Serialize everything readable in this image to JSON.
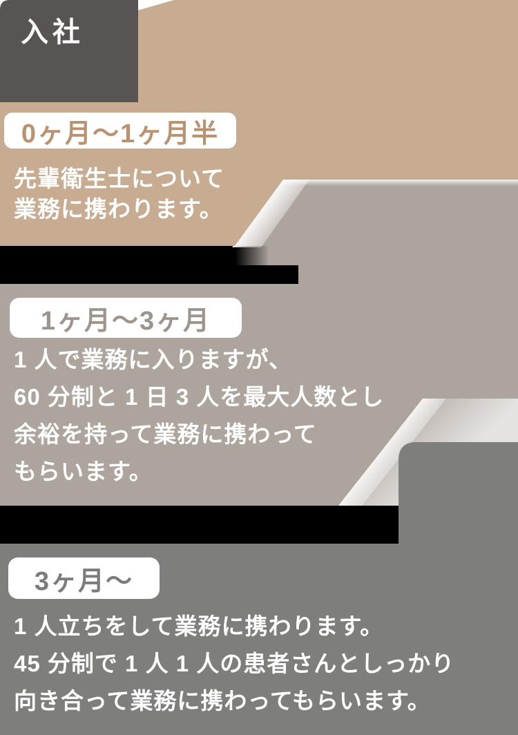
{
  "title": "入社",
  "colors": {
    "entry_box": "#595454",
    "section1_bg": "#c8ac92",
    "section2_bg": "#ada49d",
    "section3_bg": "#7e7e7c",
    "gap_bar": "#000000",
    "glow": "#ffffff",
    "label_bg": "#ffffff",
    "label1_text": "#bb9270",
    "label2_text": "#9c948d",
    "label3_text": "#7b7b79",
    "body_text": "#ffffff"
  },
  "sections": [
    {
      "period": "0ヶ月〜1ヶ月半",
      "lines": [
        "先輩衛生士について",
        "業務に携わります。"
      ]
    },
    {
      "period": "1ヶ月〜3ヶ月",
      "lines": [
        "1 人で業務に入りますが、",
        "60 分制と 1 日 3 人を最大人数とし",
        "余裕を持って業務に携わって",
        "もらいます。"
      ]
    },
    {
      "period": "3ヶ月〜",
      "lines": [
        "1 人立ちをして業務に携わります。",
        "45 分制で 1 人 1 人の患者さんとしっかり",
        "向き合って業務に携わってもらいます。"
      ]
    }
  ]
}
